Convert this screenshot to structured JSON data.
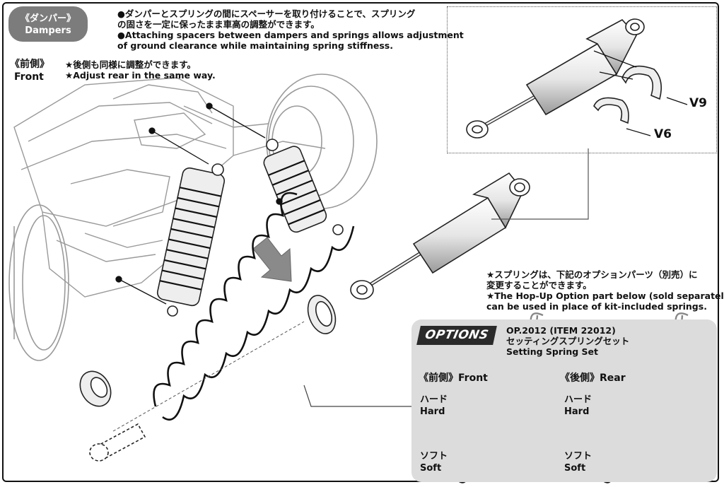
{
  "badge": {
    "jp": "《ダンパー》",
    "en": "Dampers"
  },
  "intro": {
    "jp_line1": "●ダンパーとスプリングの間にスペーサーを取り付けることで、スプリング",
    "jp_line2": "の固さを一定に保ったまま車高の調整ができます。",
    "en_line1": "●Attaching spacers between dampers and springs allows adjustment",
    "en_line2": "of ground clearance while maintaining spring stiffness."
  },
  "front_section": {
    "jp": "《前側》",
    "en": "Front",
    "note_jp": "★後側も同様に調整ができます。",
    "note_en": "★Adjust rear in the same way."
  },
  "detail": {
    "label_v9": "V9",
    "label_v6": "V6"
  },
  "hopup_note": {
    "jp_line1": "★スプリングは、下記のオプションパーツ（別売）に",
    "jp_line2": "変更することができます。",
    "en_line1": "★The Hop-Up Option part below (sold separately)",
    "en_line2": "can be used in place of kit-included springs."
  },
  "options": {
    "tag": "OPTIONS",
    "item_code": "OP.2012 (ITEM 22012)",
    "name_jp": "セッティングスプリングセット",
    "name_en": "Setting Spring Set",
    "front_jp": "《前側》",
    "front_en": "Front",
    "rear_jp": "《後側》",
    "rear_en": "Rear",
    "hard_jp": "ハード",
    "hard_en": "Hard",
    "soft_jp": "ソフト",
    "soft_en": "Soft"
  }
}
